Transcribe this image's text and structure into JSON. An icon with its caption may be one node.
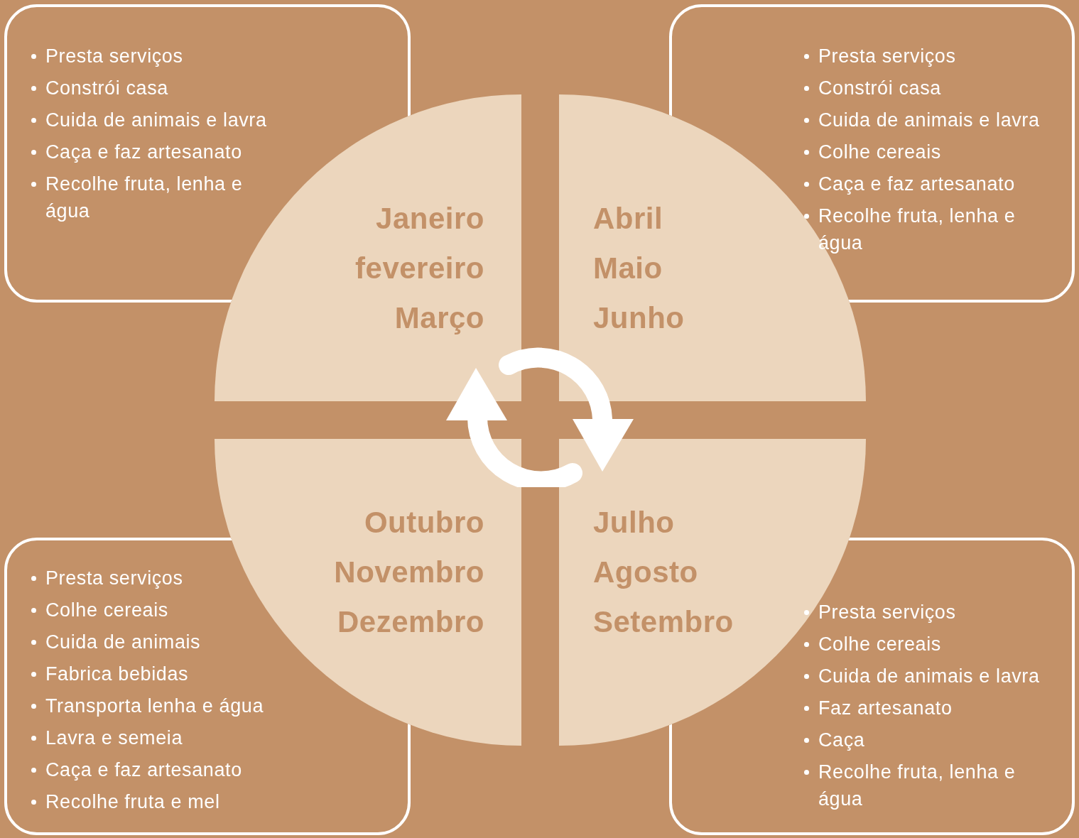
{
  "diagram": {
    "nodes": [
      {
        "text": [
          "Presta serviços",
          "Constrói casa",
          "Cuida de animais e lavra",
          "Caça e faz artesanato",
          "Recolhe fruta, lenha e água"
        ]
      },
      {
        "text": [
          "Presta serviços",
          "Constrói casa",
          "Cuida de animais e lavra",
          "Colhe cereais",
          "Caça e faz artesanato",
          "Recolhe fruta, lenha e água"
        ]
      },
      {
        "text": [
          "Janeiro",
          "fevereiro",
          "Março"
        ]
      },
      {
        "text": [
          "Abril",
          "Maio",
          "Junho"
        ]
      },
      {
        "text": [
          "Outubro",
          "Novembro",
          "Dezembro"
        ]
      },
      {
        "text": [
          "Julho",
          "Agosto",
          "Setembro"
        ]
      },
      {
        "text": [
          "Presta serviços",
          "Colhe cereais",
          "Cuida de animais",
          "Fabrica bebidas",
          "Transporta lenha e água",
          "Lavra e semeia",
          "Caça e faz artesanato",
          "Recolhe fruta e mel"
        ]
      },
      {
        "text": [
          "Presta serviços",
          "Colhe cereais",
          "Cuida de animais e lavra",
          "Faz artesanato",
          "Caça",
          "Recolhe fruta, lenha e água"
        ]
      }
    ]
  }
}
